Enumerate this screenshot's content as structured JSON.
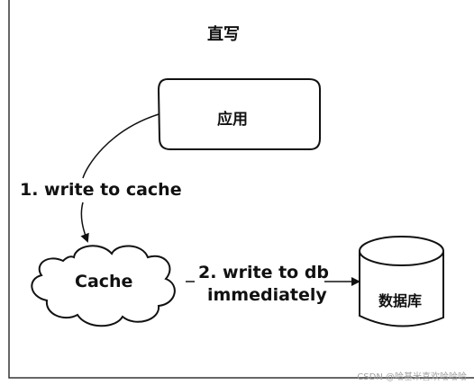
{
  "title": "直写",
  "nodes": {
    "app": "应用",
    "cache": "Cache",
    "database": "数据库"
  },
  "edges": {
    "step1": "1. write to cache",
    "step2_line1": "2. write to db",
    "step2_line2": "immediately"
  },
  "watermark": "CSDN @哈基米喜欢哈哈哈",
  "colors": {
    "stroke": "#111111",
    "background": "#ffffff",
    "border": "#333333"
  }
}
